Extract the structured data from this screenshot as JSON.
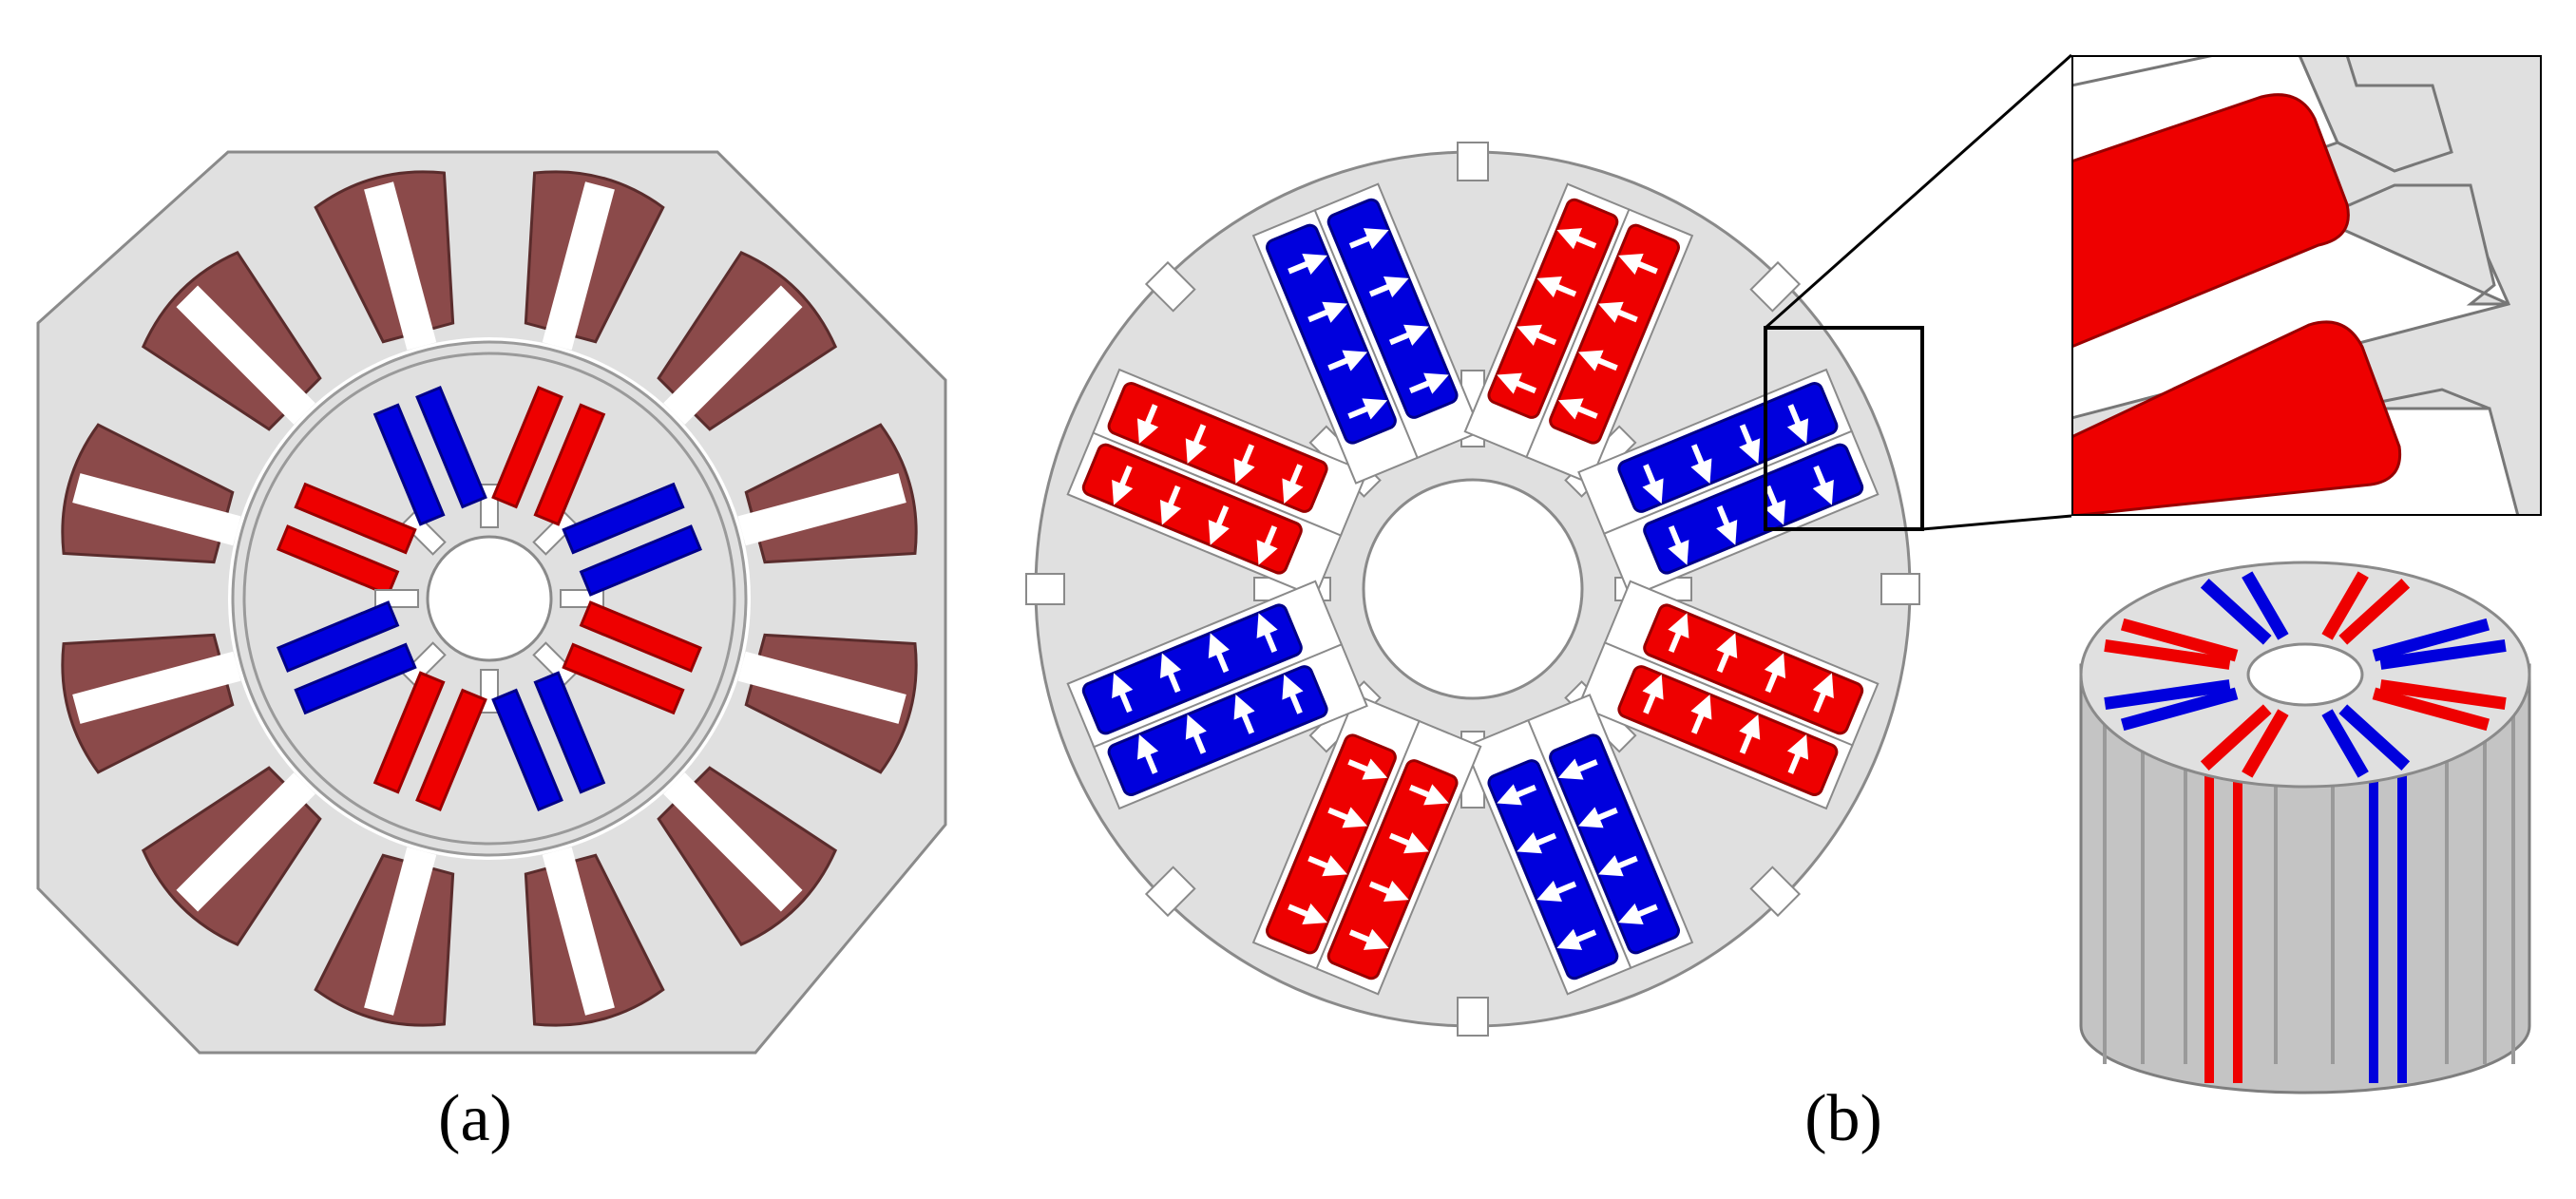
{
  "figure": {
    "captions": {
      "a": "(a)",
      "b": "(b)"
    },
    "colors": {
      "steel": "#e0e0e0",
      "outline": "#6e6e6e",
      "coil": "#8b4a4a",
      "magnet_red": "#ee0000",
      "magnet_blue": "#0000dd",
      "arrow": "#ffffff",
      "cylinder_side": "#c4c4c4"
    },
    "panel_a": {
      "stator_slots": 12,
      "rotor_poles": 8,
      "pole_colors": [
        "red",
        "blue",
        "red",
        "blue",
        "red",
        "blue",
        "red",
        "blue"
      ]
    },
    "panel_b": {
      "rotor_poles": 8,
      "pole_colors": [
        "red",
        "blue",
        "red",
        "blue",
        "red",
        "blue",
        "red",
        "blue"
      ],
      "magnets_per_pole": 2,
      "arrows_per_magnet": 4,
      "icons": [
        "magnetization-arrow-icon",
        "zoom-inset-icon",
        "rotor-3d-icon"
      ]
    }
  }
}
